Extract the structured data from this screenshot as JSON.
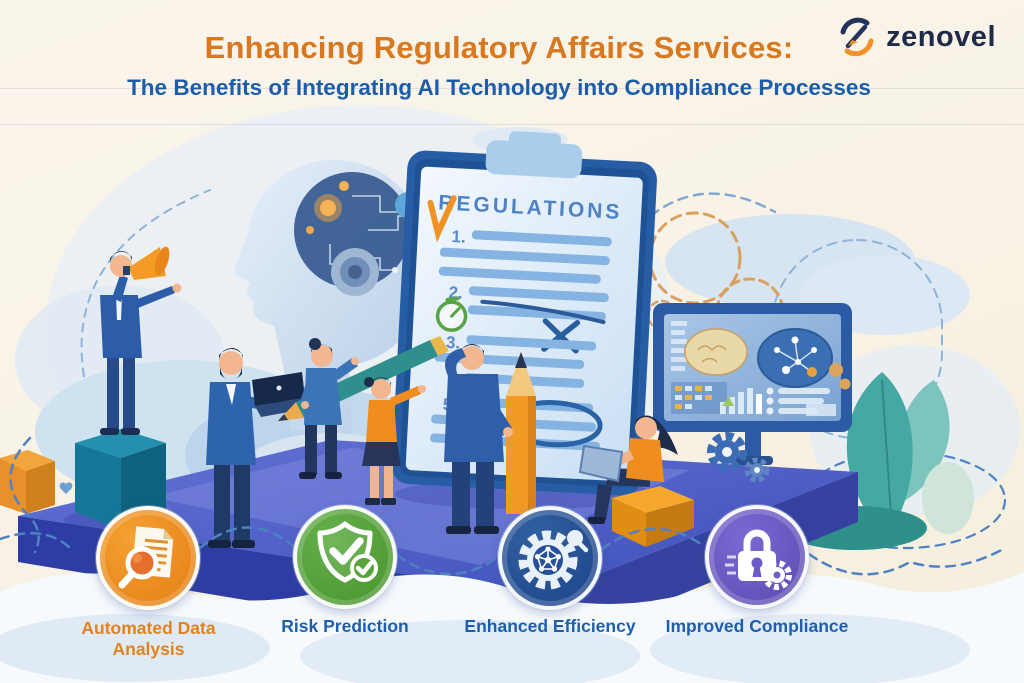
{
  "header": {
    "title": "Enhancing Regulatory Affairs Services:",
    "subtitle": "The Benefits of Integrating AI Technology into Compliance Processes"
  },
  "logo": {
    "text": "zenovel"
  },
  "illustration": {
    "clipboard": {
      "title": "REGULATIONS",
      "items": [
        {
          "num": "1."
        },
        {
          "num": "2."
        },
        {
          "num": "3."
        },
        {
          "num": "5."
        }
      ],
      "marks": [
        "orange-check-mark",
        "strike-line",
        "x-mark",
        "green-stopwatch",
        "circled-item"
      ]
    },
    "icons": [
      "robot-ai-head",
      "megaphone",
      "laptop",
      "giant-pencil",
      "analytics-dashboard",
      "brain-diagram",
      "gears",
      "leaves"
    ]
  },
  "benefits": [
    {
      "label": "Automated Data Analysis",
      "icon": "document-magnifier-icon",
      "circle_color": "#ee8b1e",
      "label_color": "#e2821c"
    },
    {
      "label": "Risk Prediction",
      "icon": "shield-check-icon",
      "circle_color": "#56a43c",
      "label_color": "#1d5fae"
    },
    {
      "label": "Enhanced Efficiency",
      "icon": "gear-network-icon",
      "circle_color": "#27509b",
      "label_color": "#1d5fae"
    },
    {
      "label": "Improved Compliance",
      "icon": "padlock-gear-icon",
      "circle_color": "#6c5bc7",
      "label_color": "#1d5fae"
    }
  ],
  "colors": {
    "background": "#f8f2e6",
    "title_orange": "#d9791f",
    "subtitle_blue": "#1d5ca9",
    "platform_blue": "#4254be",
    "clipboard_frame": "#2c62a8",
    "paper_blue": "#ddeaf8",
    "logo_navy": "#1e2a48",
    "logo_orange": "#f09226"
  }
}
